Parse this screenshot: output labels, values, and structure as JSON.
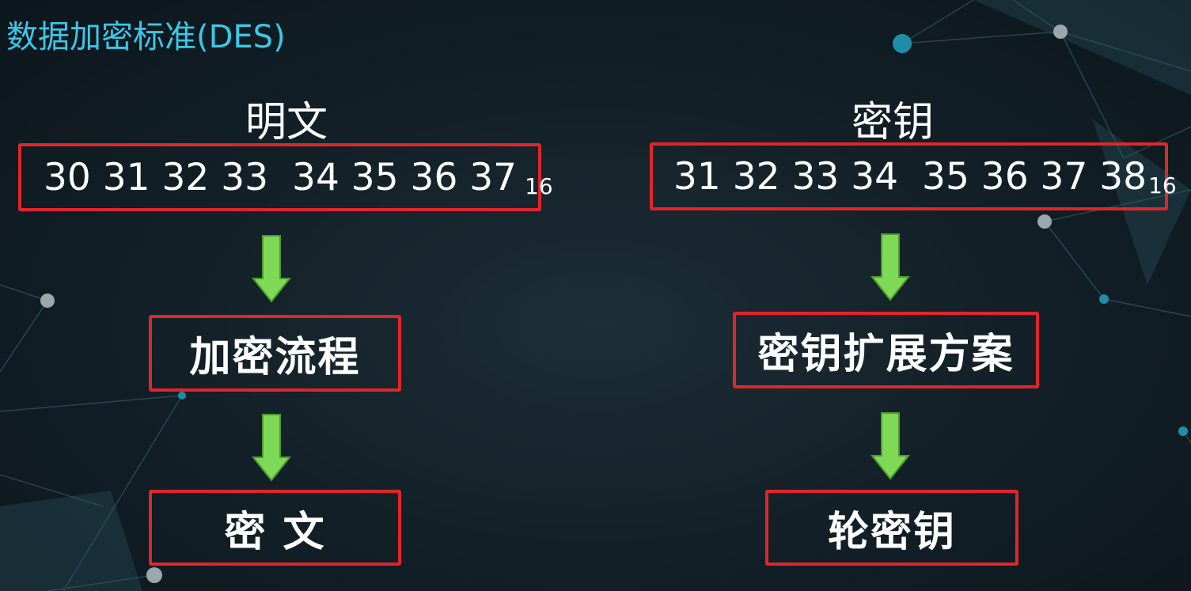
{
  "title": "数据加密标准(DES)",
  "plaintext": {
    "label": "明文",
    "bytes_a": "30 31 32 33",
    "bytes_b": "34 35 36 37",
    "base": "16"
  },
  "key": {
    "label": "密钥",
    "bytes_a": "31 32 33 34",
    "bytes_b": "35 36 37 38",
    "base": "16"
  },
  "left_flow": {
    "process": "加密流程",
    "result": "密 文"
  },
  "right_flow": {
    "process": "密钥扩展方案",
    "result": "轮密钥"
  },
  "colors": {
    "title": "#3cc7e6",
    "box_border": "#e0262b",
    "arrow_fill": "#7ed957",
    "arrow_stroke": "#4e9a2e",
    "background": "#142129"
  }
}
